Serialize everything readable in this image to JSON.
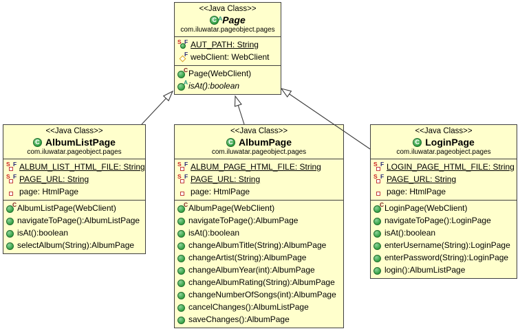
{
  "icons": {
    "class_marker": "C",
    "static_marker": "S",
    "final_marker": "F",
    "constructor_marker": "C",
    "abstract_marker": "A"
  },
  "colors": {
    "box_fill": "#ffffcc",
    "box_border": "#3f3f3f",
    "class_icon_green": "#2f9e3f",
    "static_marker_red": "#cc2222",
    "final_marker_navy": "#2b2b77",
    "constructor_marker_maroon": "#7c1d1d",
    "abstract_marker_teal": "#279a7c",
    "private_field_red": "#c03a3a",
    "protected_field_orange": "#d9a01f"
  },
  "relationships": [
    {
      "from": "AlbumListPage",
      "to": "Page",
      "type": "generalization"
    },
    {
      "from": "AlbumPage",
      "to": "Page",
      "type": "generalization"
    },
    {
      "from": "LoginPage",
      "to": "Page",
      "type": "generalization"
    }
  ],
  "classes": [
    {
      "stereotype": "<<Java Class>>",
      "name": "Page",
      "package": "com.iluwatar.pageobject.pages",
      "fields": [
        {
          "text": "AUT_PATH: String"
        },
        {
          "text": "webClient: WebClient"
        }
      ],
      "methods": [
        {
          "text": "Page(WebClient)"
        },
        {
          "text": "isAt():boolean"
        }
      ]
    },
    {
      "stereotype": "<<Java Class>>",
      "name": "AlbumListPage",
      "package": "com.iluwatar.pageobject.pages",
      "fields": [
        {
          "text": "ALBUM_LIST_HTML_FILE: String"
        },
        {
          "text": "PAGE_URL: String"
        },
        {
          "text": "page: HtmlPage"
        }
      ],
      "methods": [
        {
          "text": "AlbumListPage(WebClient)"
        },
        {
          "text": "navigateToPage():AlbumListPage"
        },
        {
          "text": "isAt():boolean"
        },
        {
          "text": "selectAlbum(String):AlbumPage"
        }
      ]
    },
    {
      "stereotype": "<<Java Class>>",
      "name": "AlbumPage",
      "package": "com.iluwatar.pageobject.pages",
      "fields": [
        {
          "text": "ALBUM_PAGE_HTML_FILE: String"
        },
        {
          "text": "PAGE_URL: String"
        },
        {
          "text": "page: HtmlPage"
        }
      ],
      "methods": [
        {
          "text": "AlbumPage(WebClient)"
        },
        {
          "text": "navigateToPage():AlbumPage"
        },
        {
          "text": "isAt():boolean"
        },
        {
          "text": "changeAlbumTitle(String):AlbumPage"
        },
        {
          "text": "changeArtist(String):AlbumPage"
        },
        {
          "text": "changeAlbumYear(int):AlbumPage"
        },
        {
          "text": "changeAlbumRating(String):AlbumPage"
        },
        {
          "text": "changeNumberOfSongs(int):AlbumPage"
        },
        {
          "text": "cancelChanges():AlbumListPage"
        },
        {
          "text": "saveChanges():AlbumPage"
        }
      ]
    },
    {
      "stereotype": "<<Java Class>>",
      "name": "LoginPage",
      "package": "com.iluwatar.pageobject.pages",
      "fields": [
        {
          "text": "LOGIN_PAGE_HTML_FILE: String"
        },
        {
          "text": "PAGE_URL: String"
        },
        {
          "text": "page: HtmlPage"
        }
      ],
      "methods": [
        {
          "text": "LoginPage(WebClient)"
        },
        {
          "text": "navigateToPage():LoginPage"
        },
        {
          "text": "isAt():boolean"
        },
        {
          "text": "enterUsername(String):LoginPage"
        },
        {
          "text": "enterPassword(String):LoginPage"
        },
        {
          "text": "login():AlbumListPage"
        }
      ]
    }
  ]
}
